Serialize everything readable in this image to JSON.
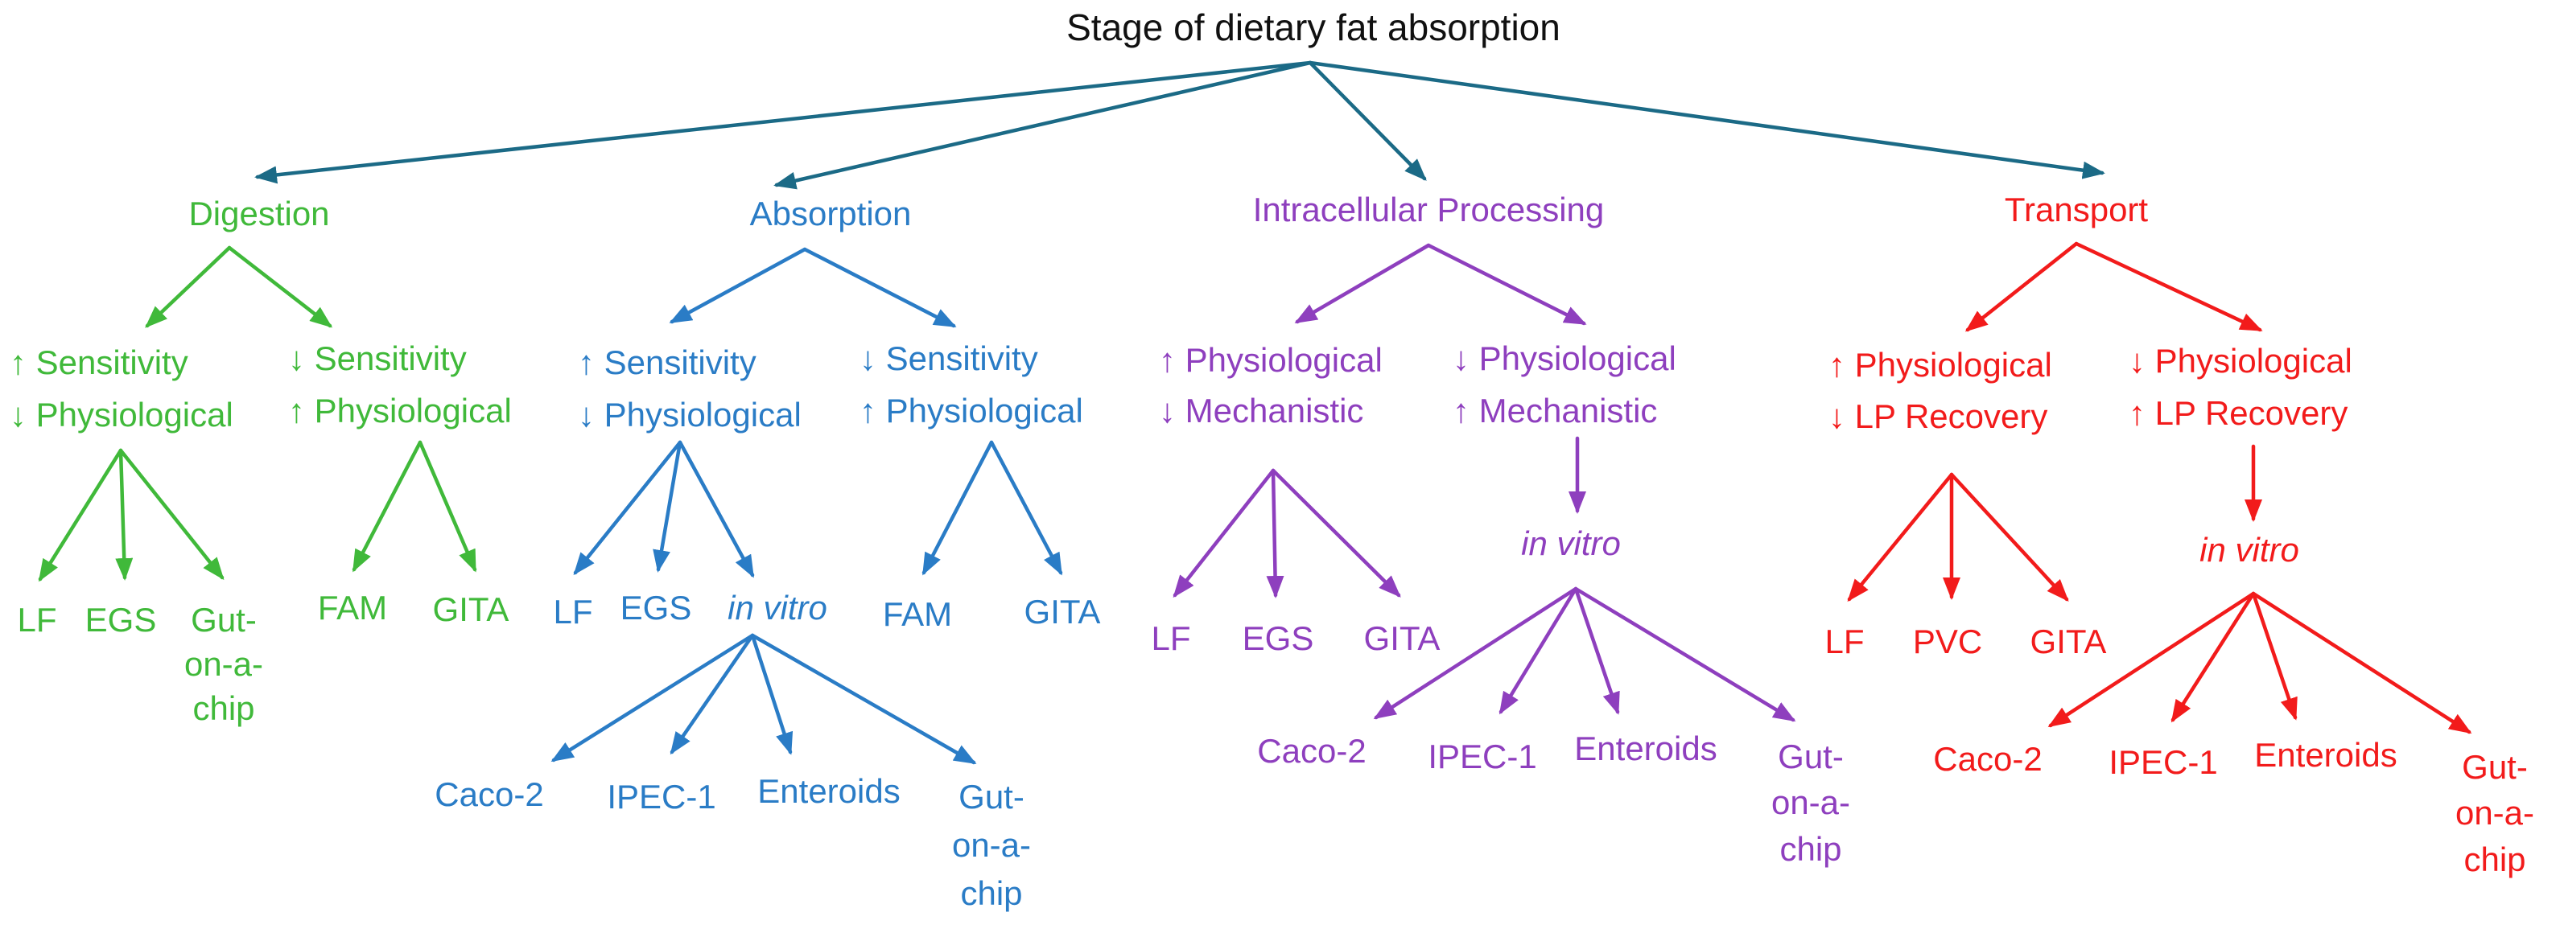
{
  "colors": {
    "root": "#1b6a86",
    "digestion": "#40b93a",
    "absorption": "#2a7cc6",
    "intracellular": "#8e3fbe",
    "transport": "#f21b1b",
    "title_text": "#111111"
  },
  "title": "Stage of dietary fat absorption",
  "branches": {
    "digestion": {
      "label": "Digestion",
      "left": {
        "line1": "↑ Sensitivity",
        "line2": "↓ Physiological",
        "leaves": [
          "LF",
          "EGS",
          "Gut-",
          "on-a-",
          "chip"
        ]
      },
      "right": {
        "line1": "↓ Sensitivity",
        "line2": "↑ Physiological",
        "leaves": [
          "FAM",
          "GITA"
        ]
      }
    },
    "absorption": {
      "label": "Absorption",
      "left": {
        "line1": "↑ Sensitivity",
        "line2": "↓ Physiological",
        "leaves": [
          "LF",
          "EGS"
        ],
        "in_vitro": "in vitro",
        "in_vitro_leaves": [
          "Caco-2",
          "IPEC-1",
          "Enteroids",
          "Gut-",
          "on-a-",
          "chip"
        ]
      },
      "right": {
        "line1": "↓ Sensitivity",
        "line2": "↑ Physiological",
        "leaves": [
          "FAM",
          "GITA"
        ]
      }
    },
    "intracellular": {
      "label": "Intracellular Processing",
      "left": {
        "line1": "↑ Physiological",
        "line2": "↓ Mechanistic",
        "leaves": [
          "LF",
          "EGS",
          "GITA"
        ]
      },
      "right": {
        "line1": "↓ Physiological",
        "line2": "↑ Mechanistic",
        "in_vitro": "in vitro",
        "in_vitro_leaves": [
          "Caco-2",
          "IPEC-1",
          "Enteroids",
          "Gut-",
          "on-a-",
          "chip"
        ]
      }
    },
    "transport": {
      "label": "Transport",
      "left": {
        "line1": "↑ Physiological",
        "line2": "↓ LP Recovery",
        "leaves": [
          "LF",
          "PVC",
          "GITA"
        ]
      },
      "right": {
        "line1": "↓ Physiological",
        "line2": "↑ LP Recovery",
        "in_vitro": "in vitro",
        "in_vitro_leaves": [
          "Caco-2",
          "IPEC-1",
          "Enteroids",
          "Gut-",
          "on-a-",
          "chip"
        ]
      }
    }
  }
}
